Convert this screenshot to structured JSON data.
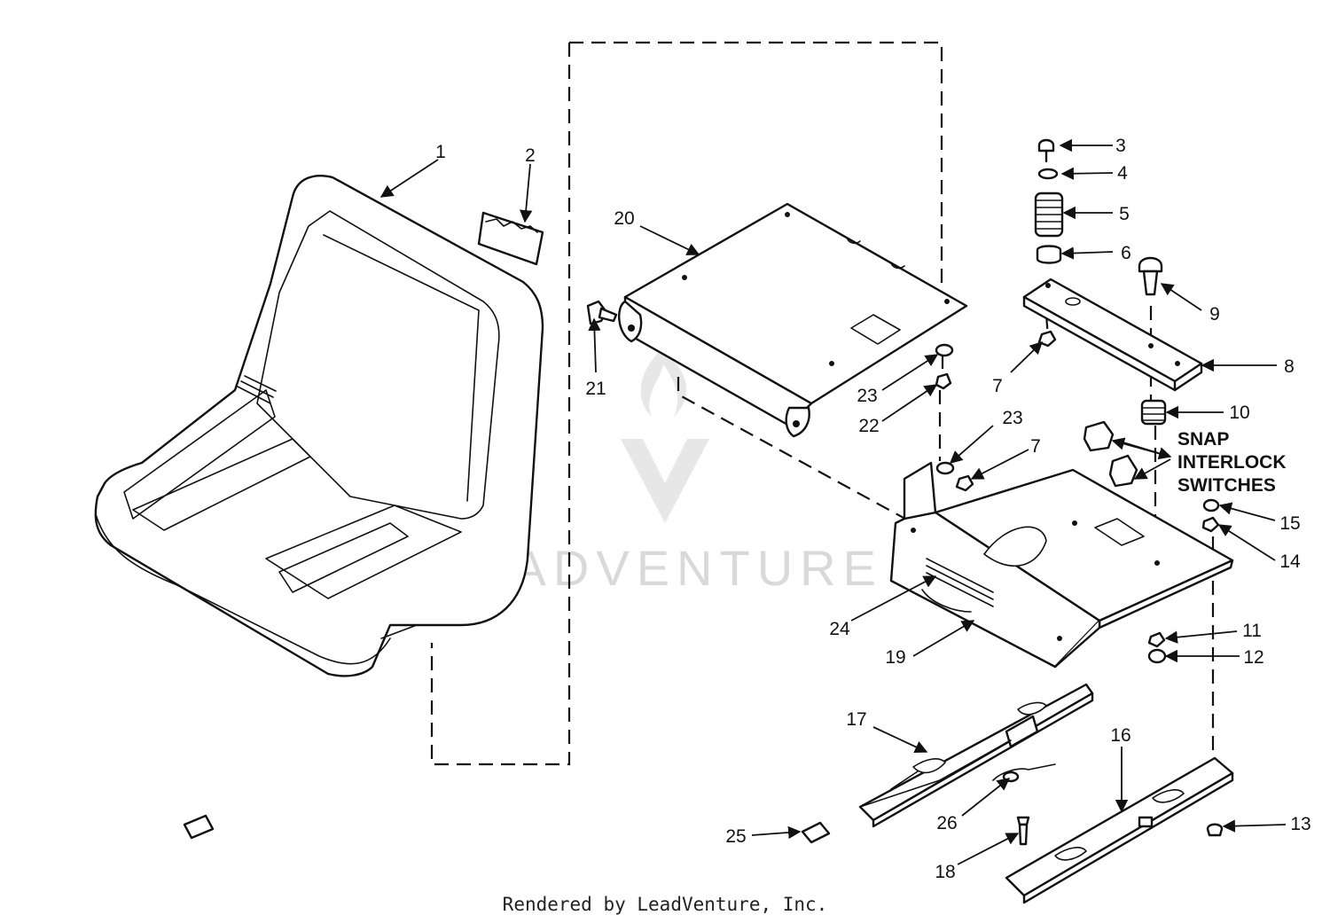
{
  "callouts": [
    {
      "id": "1",
      "label": "1"
    },
    {
      "id": "2",
      "label": "2"
    },
    {
      "id": "3",
      "label": "3"
    },
    {
      "id": "4",
      "label": "4"
    },
    {
      "id": "5",
      "label": "5"
    },
    {
      "id": "6",
      "label": "6"
    },
    {
      "id": "7a",
      "label": "7"
    },
    {
      "id": "7b",
      "label": "7"
    },
    {
      "id": "8",
      "label": "8"
    },
    {
      "id": "9",
      "label": "9"
    },
    {
      "id": "10",
      "label": "10"
    },
    {
      "id": "11",
      "label": "11"
    },
    {
      "id": "12",
      "label": "12"
    },
    {
      "id": "13",
      "label": "13"
    },
    {
      "id": "14",
      "label": "14"
    },
    {
      "id": "15",
      "label": "15"
    },
    {
      "id": "16",
      "label": "16"
    },
    {
      "id": "17",
      "label": "17"
    },
    {
      "id": "18",
      "label": "18"
    },
    {
      "id": "19",
      "label": "19"
    },
    {
      "id": "20",
      "label": "20"
    },
    {
      "id": "21",
      "label": "21"
    },
    {
      "id": "22",
      "label": "22"
    },
    {
      "id": "23a",
      "label": "23"
    },
    {
      "id": "23b",
      "label": "23"
    },
    {
      "id": "24",
      "label": "24"
    },
    {
      "id": "25",
      "label": "25"
    },
    {
      "id": "26",
      "label": "26"
    }
  ],
  "annotation": {
    "lines": [
      "SNAP",
      "INTERLOCK",
      "SWITCHES"
    ]
  },
  "watermark": "LEADVENTURE",
  "footer": "Rendered by LeadVenture, Inc."
}
